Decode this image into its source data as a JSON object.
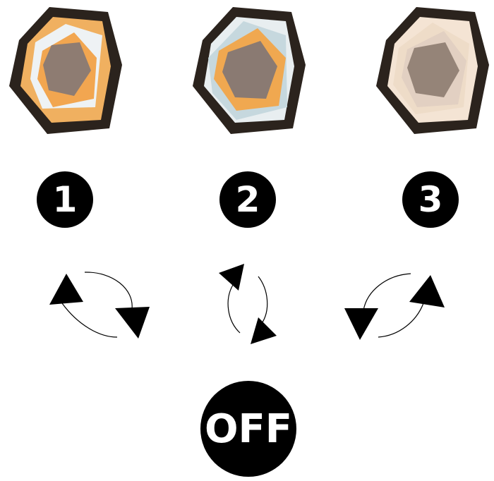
{
  "modes": [
    {
      "number": "1",
      "lamp": "lamp-mode-warm",
      "colors": {
        "frame": "#2e2620",
        "outer": "#f0b060",
        "middle": "#e8eef0",
        "inner": "#f2a650",
        "core": "#8a7a72"
      }
    },
    {
      "number": "2",
      "lamp": "lamp-mode-cool",
      "colors": {
        "frame": "#2e2620",
        "outer": "#e8eef0",
        "middle": "#c5d6dc",
        "inner": "#f0a850",
        "core": "#8a7a72"
      }
    },
    {
      "number": "3",
      "lamp": "lamp-mode-neutral",
      "colors": {
        "frame": "#2e2620",
        "outer": "#f4e4d4",
        "middle": "#eedcc8",
        "inner": "#e2d0c2",
        "core": "#958478"
      }
    }
  ],
  "off_label": "OFF",
  "arrow_icons": [
    "cycle-arrows-icon",
    "cycle-arrows-icon",
    "cycle-arrows-icon"
  ]
}
